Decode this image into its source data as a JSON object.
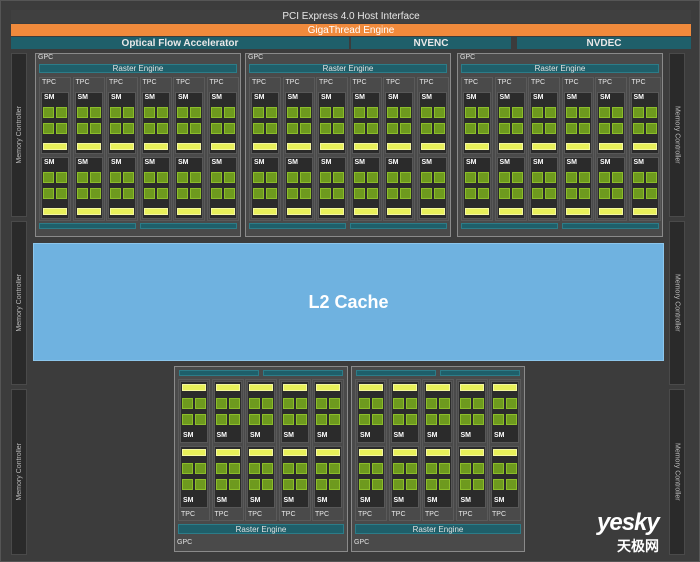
{
  "header": {
    "pcie": "PCI Express 4.0 Host Interface",
    "gigathread": "GigaThread Engine",
    "optical_flow": "Optical Flow Accelerator",
    "nvenc": "NVENC",
    "nvdec": "NVDEC"
  },
  "memory_controller_label": "Memory Controller",
  "gpc_label": "GPC",
  "raster_label": "Raster Engine",
  "tpc_label": "TPC",
  "sm_label": "SM",
  "l2_label": "L2 Cache",
  "watermark": {
    "brand": "yesky",
    "cn": "天极网"
  },
  "colors": {
    "gigathread": "#f08a3c",
    "accelerator": "#1f5f6a",
    "l2_cache": "#6fb2e0",
    "cuda_core": "#6e9a1e",
    "tensor_core": "#e8f05a"
  }
}
